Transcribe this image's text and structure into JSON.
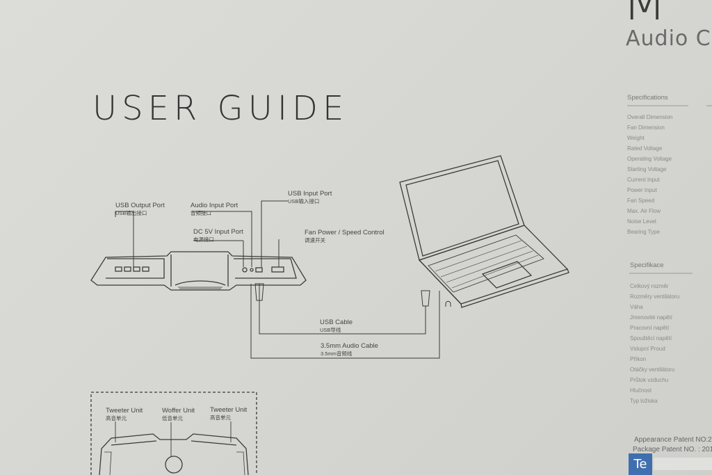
{
  "brand": {
    "mark": "M",
    "subtitle": "Audio Co"
  },
  "title": "USER GUIDE",
  "diagram": {
    "usb_output": {
      "en": "USB Output Port",
      "cn": "USB输出接口"
    },
    "audio_input": {
      "en": "Audio Input Port",
      "cn": "音频接口"
    },
    "usb_input": {
      "en": "USB Input Port",
      "cn": "USB输入接口"
    },
    "dc_input": {
      "en": "DC 5V Input Port",
      "cn": "电源接口"
    },
    "fan_control": {
      "en": "Fan Power / Speed Control",
      "cn": "调速开关"
    },
    "usb_cable": {
      "en": "USB Cable",
      "cn": "USB导线"
    },
    "audio_cable": {
      "en": "3.5mm Audio Cable",
      "cn": "3.5mm音频线"
    },
    "tweeter_left": {
      "en": "Tweeter Unit",
      "cn": "高音单元"
    },
    "woofer": {
      "en": "Woffer Unit",
      "cn": "低音单元"
    },
    "tweeter_right": {
      "en": "Tweeter Unit",
      "cn": "高音单元"
    }
  },
  "specs": {
    "heading_en": "Specifications",
    "items_en": [
      "Overall Dimension",
      "Fan Dimension",
      "Weight",
      "Rated Voltage",
      "Operating Voltage",
      "Starting Voltage",
      "Current Input",
      "Power Input",
      "Fan Speed",
      "Max. Air Flow",
      "Noise Level",
      "Bearing Type"
    ],
    "heading_cz": "Specifikace",
    "items_cz": [
      "Celkový rozměr",
      "Rozměry ventilátoru",
      "Váha",
      "Jmenovité napětí",
      "Pracovní napětí",
      "Spouštěcí napětí",
      "Vstupní Proud",
      "Příkon",
      "Otáčky ventilátoru",
      "Průtok vzduchu",
      "Hlučnost",
      "Typ ložiska"
    ]
  },
  "patents": {
    "line1": "Appearance Patent NO:2",
    "line2": "Package Patent NO. : 201"
  },
  "watermark": "Te"
}
